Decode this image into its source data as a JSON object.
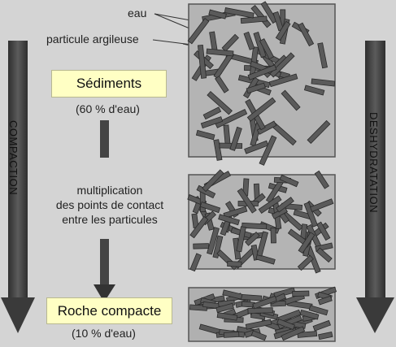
{
  "labels": {
    "water": "eau",
    "clay_particle": "particule argileuse",
    "sediments": "Sédiments",
    "sediments_water": "(60 % d'eau)",
    "contact_line1": "multiplication",
    "contact_line2": "des points de contact",
    "contact_line3": "entre les particules",
    "compact_rock": "Roche compacte",
    "compact_rock_water": "(10 % d'eau)",
    "compaction": "COMPACTION",
    "dehydration": "DESHYDRATATION"
  },
  "colors": {
    "background": "#d4d4d4",
    "highlight": "#ffffc4",
    "arrow": "#4a4a4a",
    "panel_fill": "#b4b4b4",
    "particle": "#5a5a5a"
  }
}
